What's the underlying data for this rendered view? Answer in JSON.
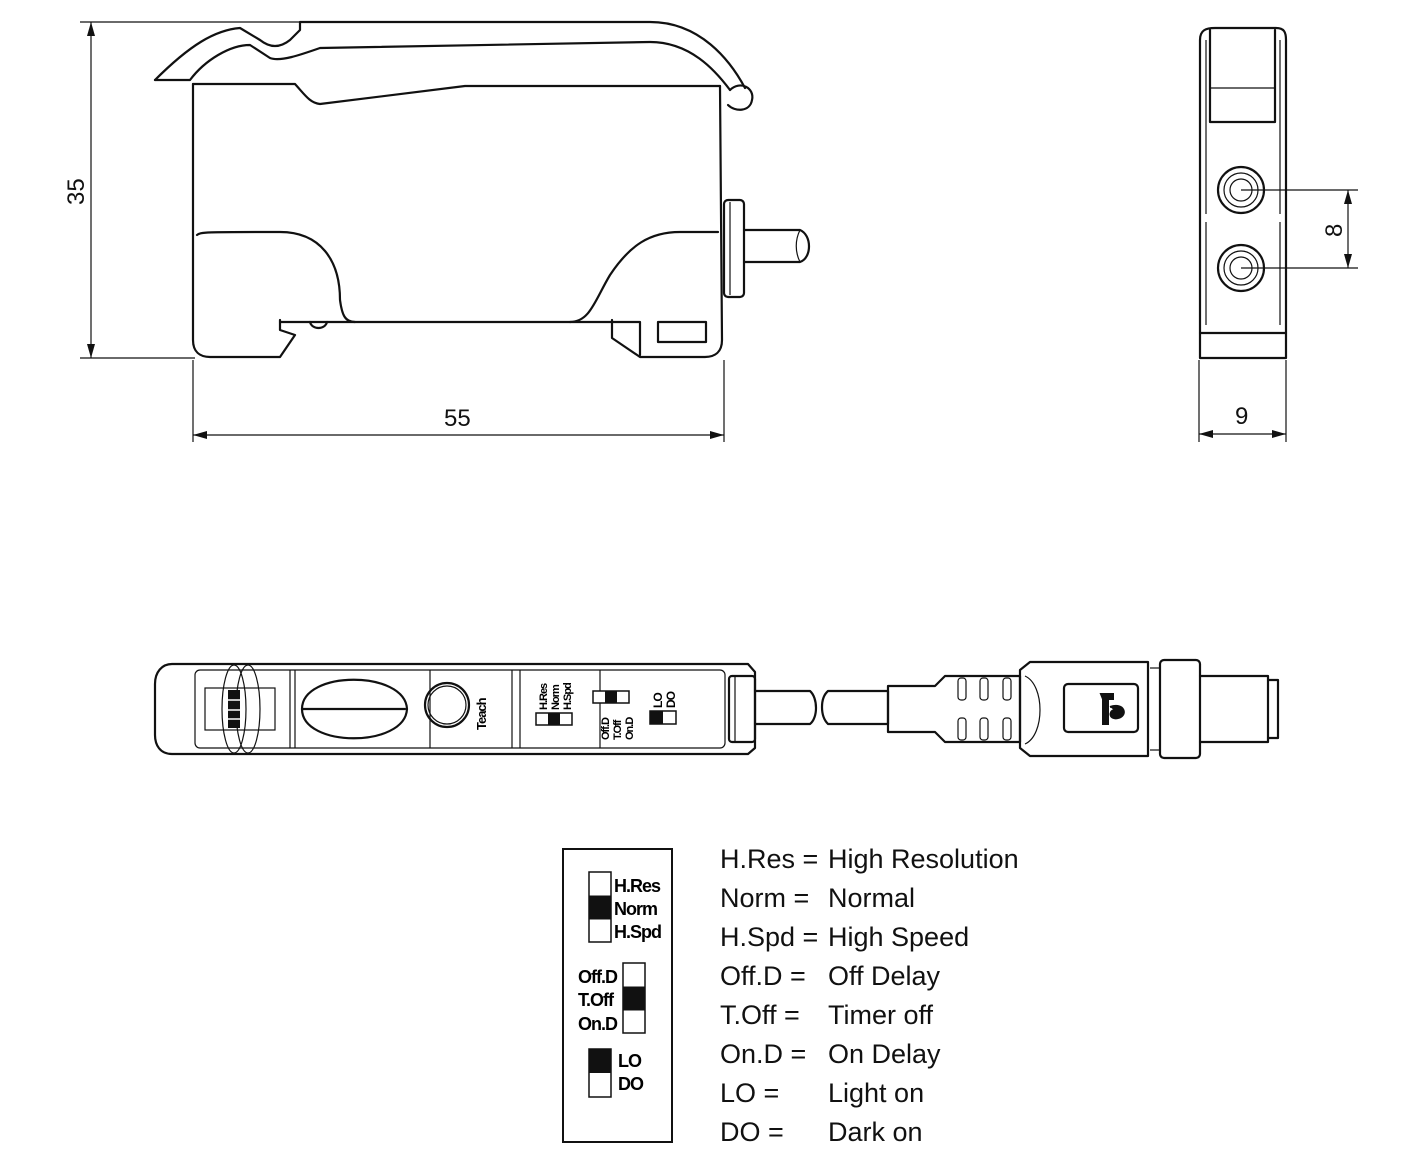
{
  "dimensions": {
    "height": "35",
    "width": "55",
    "depth": "9",
    "port_spacing": "8"
  },
  "device_labels": {
    "teach": "Teach",
    "speed_switch": [
      "H.Res",
      "Norm",
      "H.Spd"
    ],
    "timer_switch": [
      "Off.D",
      "T.Off",
      "On.D"
    ],
    "mode_switch": [
      "LO",
      "DO"
    ]
  },
  "legend_switches": {
    "speed": {
      "labels": [
        "H.Res",
        "Norm",
        "H.Spd"
      ],
      "selected_index": 1
    },
    "timer": {
      "labels": [
        "Off.D",
        "T.Off",
        "On.D"
      ],
      "selected_index": 1
    },
    "mode": {
      "labels": [
        "LO",
        "DO"
      ],
      "selected_index": 0
    }
  },
  "definitions": [
    {
      "abbr": "H.Res =",
      "meaning": "High Resolution"
    },
    {
      "abbr": "Norm =",
      "meaning": "Normal"
    },
    {
      "abbr": "H.Spd =",
      "meaning": "High Speed"
    },
    {
      "abbr": "Off.D =",
      "meaning": "Off Delay"
    },
    {
      "abbr": "T.Off =",
      "meaning": "Timer off"
    },
    {
      "abbr": "On.D =",
      "meaning": "On Delay"
    },
    {
      "abbr": "LO =",
      "meaning": "Light on"
    },
    {
      "abbr": "DO =",
      "meaning": "Dark on"
    }
  ]
}
